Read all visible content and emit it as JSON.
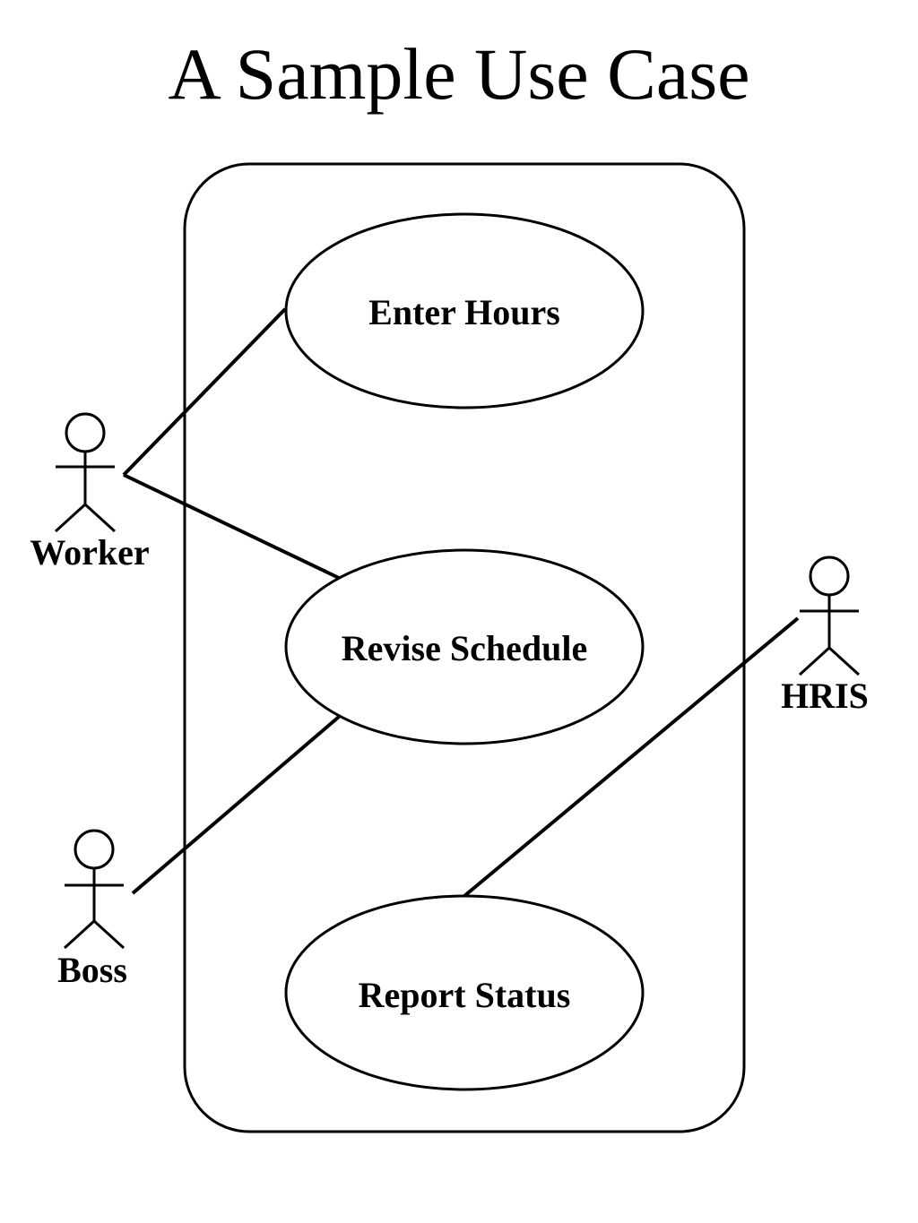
{
  "title": "A Sample Use Case",
  "use_cases": [
    {
      "id": "enter-hours",
      "label": "Enter Hours"
    },
    {
      "id": "revise-schedule",
      "label": "Revise Schedule"
    },
    {
      "id": "report-status",
      "label": "Report Status"
    }
  ],
  "actors": [
    {
      "id": "worker",
      "label": "Worker"
    },
    {
      "id": "boss",
      "label": "Boss"
    },
    {
      "id": "hris",
      "label": "HRIS"
    }
  ],
  "associations": [
    {
      "actor": "worker",
      "use_case": "enter-hours"
    },
    {
      "actor": "worker",
      "use_case": "revise-schedule"
    },
    {
      "actor": "boss",
      "use_case": "revise-schedule"
    },
    {
      "actor": "hris",
      "use_case": "report-status"
    }
  ],
  "colors": {
    "line": "#000000",
    "background": "#ffffff"
  }
}
